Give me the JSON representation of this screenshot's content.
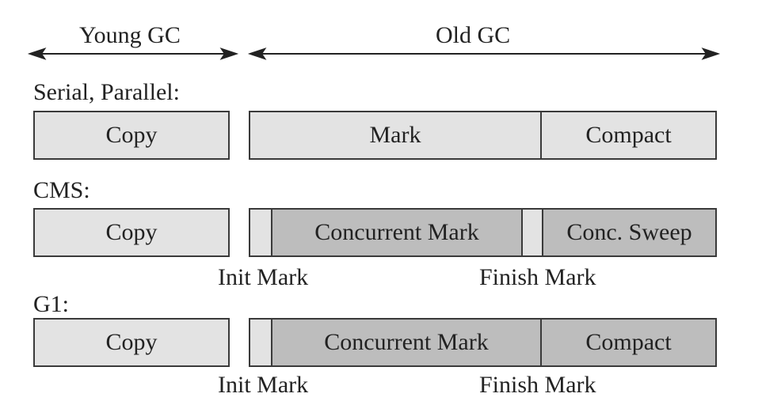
{
  "header": {
    "young_gc": "Young GC",
    "old_gc": "Old GC"
  },
  "rows": {
    "serial": {
      "title": "Serial, Parallel:",
      "young": "Copy",
      "mark": "Mark",
      "compact": "Compact"
    },
    "cms": {
      "title": "CMS:",
      "young": "Copy",
      "concurrent_mark": "Concurrent Mark",
      "conc_sweep": "Conc. Sweep",
      "init_mark_label": "Init Mark",
      "finish_mark_label": "Finish Mark"
    },
    "g1": {
      "title": "G1:",
      "young": "Copy",
      "concurrent_mark": "Concurrent Mark",
      "compact": "Compact",
      "init_mark_label": "Init Mark",
      "finish_mark_label": "Finish Mark"
    }
  },
  "colors": {
    "light_phase": "#e3e3e3",
    "dark_phase": "#bdbdbd",
    "stroke": "#3a3a3a"
  }
}
